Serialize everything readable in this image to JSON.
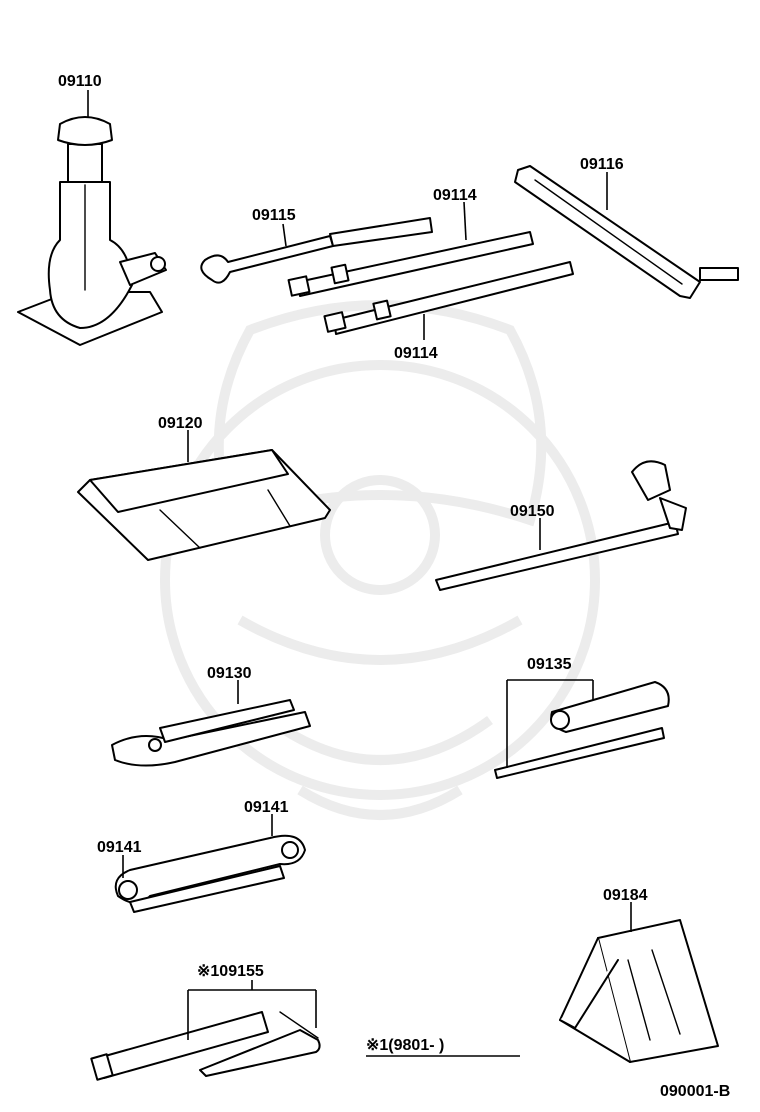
{
  "labels": {
    "jack": "09110",
    "handle_hook": "09115",
    "extension_bar_top": "09114",
    "extension_bar_bottom": "09114",
    "jack_handle": "09116",
    "tool_bag": "09120",
    "wheel_nut_wrench": "09150",
    "pliers": "09130",
    "screwdriver": "09135",
    "wrench_right": "09141",
    "wrench_left": "09141",
    "socket_wrench": "※109155",
    "chock": "09184"
  },
  "footnote": "※1(9801-         )",
  "figure_code": "090001-B"
}
